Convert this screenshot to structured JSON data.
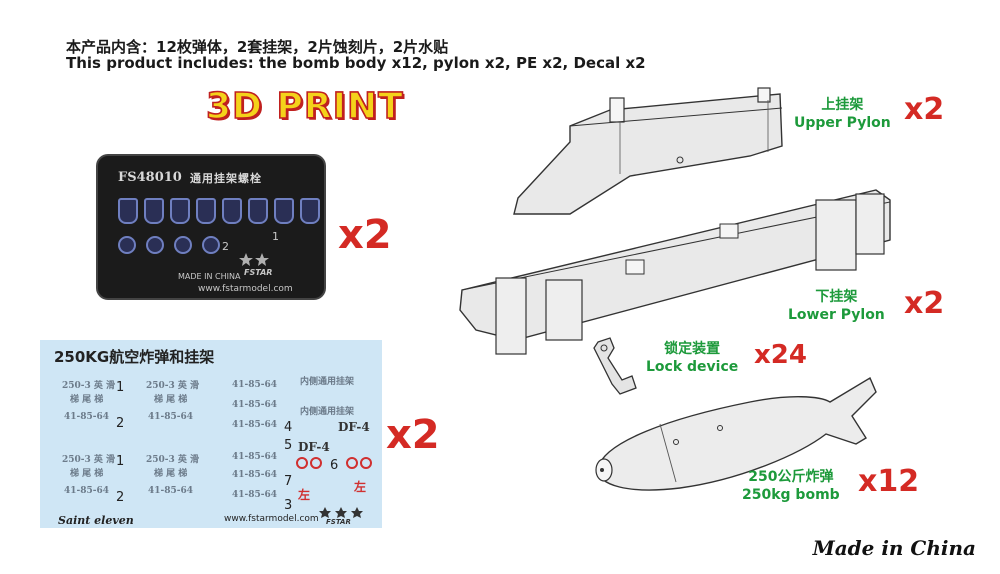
{
  "header": {
    "line_cn": "本产品内含：12枚弹体，2套挂架，2片蚀刻片，2片水贴",
    "line_en": "This product includes: the bomb body x12, pylon x2, PE x2, Decal x2"
  },
  "badge": {
    "text": "3D PRINT"
  },
  "pe_sheet": {
    "code": "FS48010",
    "title": "通用挂架螺栓",
    "num1": "1",
    "num2": "2",
    "made_in": "MADE IN CHINA",
    "brand": "FSTAR",
    "url": "www.fstarmodel.com",
    "multiplier": "x2"
  },
  "decal_sheet": {
    "title": "250KG航空炸弹和挂架",
    "nums": [
      "1",
      "2",
      "1",
      "2",
      "3",
      "4",
      "5",
      "6",
      "7"
    ],
    "text_a": "250-3 英 滑",
    "text_b": "梯 尾 梯",
    "text_c": "41-85-64",
    "text_d": "DF-4",
    "text_e": "左",
    "text_f": "内侧通用挂架",
    "signature": "Saint eleven",
    "url": "www.fstarmodel.com",
    "brand": "FSTAR",
    "multiplier": "x2"
  },
  "parts": {
    "upper_pylon": {
      "cn": "上挂架",
      "en": "Upper Pylon",
      "qty": "x2"
    },
    "lower_pylon": {
      "cn": "下挂架",
      "en": "Lower Pylon",
      "qty": "x2"
    },
    "lock_device": {
      "cn": "锁定装置",
      "en": "Lock device",
      "qty": "x24"
    },
    "bomb": {
      "cn": "250公斤炸弹",
      "en": "250kg bomb",
      "qty": "x12"
    }
  },
  "footer": {
    "made_in": "Made in China"
  }
}
